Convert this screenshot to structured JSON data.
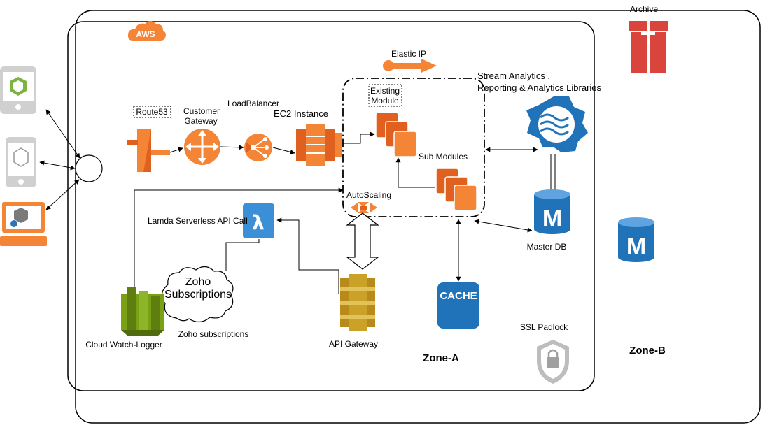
{
  "badges": {
    "aws": "AWS"
  },
  "labels": {
    "elastic_ip": "Elastic IP",
    "stream_analytics_line1": "Stream Analytics ,",
    "stream_analytics_line2": "Reporting & Analytics Libraries",
    "existing_module_line1": "Existing",
    "existing_module_line2": "Module",
    "route53": "Route53",
    "customer_gateway_line1": "Customer",
    "customer_gateway_line2": "Gateway",
    "load_balancer": "LoadBalancer",
    "ec2_instance": "EC2 Instance",
    "sub_modules": "Sub Modules",
    "auto_scaling": "AutoScaling",
    "lambda": "Lamda Serverless API Call",
    "zoho_cloud_line1": "Zoho",
    "zoho_cloud_line2": "Subscriptions",
    "zoho_caption": "Zoho subscriptions",
    "cloudwatch": "Cloud Watch-Logger",
    "api_gateway": "API Gateway",
    "cache": "CACHE",
    "master_db": "Master DB",
    "ssl_padlock": "SSL Padlock",
    "archive": "Archive",
    "zone_a": "Zone-A",
    "zone_b": "Zone-B",
    "lambda_symbol": "λ",
    "db_symbol": "M"
  },
  "colors": {
    "aws_orange": "#F58536",
    "aws_dark_orange": "#E0611F",
    "lambda_blue": "#3B8FD6",
    "db_blue": "#2073B9",
    "cloudwatch_green": "#7AA116",
    "api_gold": "#C9A227",
    "archive_red": "#D9453C",
    "device_gray": "#D0D0D0",
    "shield_gray": "#BDBDBD"
  }
}
